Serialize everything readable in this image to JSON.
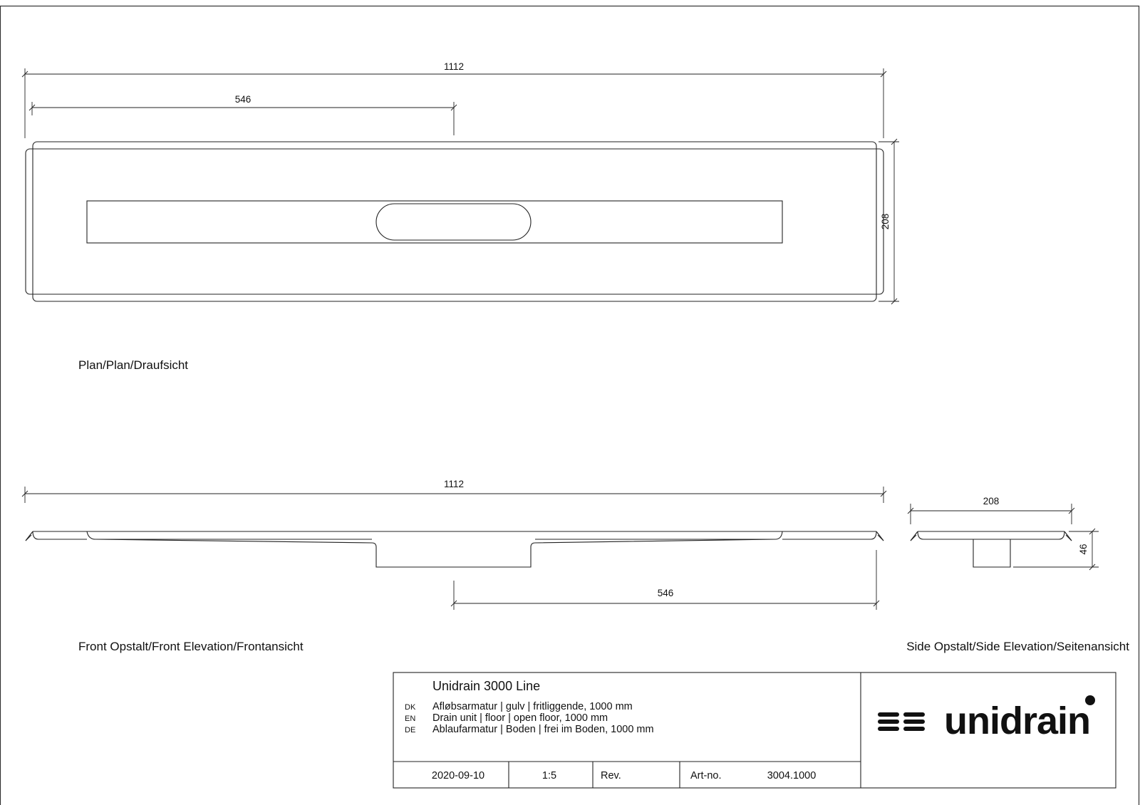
{
  "views": {
    "plan": {
      "label": "Plan/Plan/Draufsicht",
      "dim_length": "1112",
      "dim_outlet": "546",
      "dim_width": "208"
    },
    "front": {
      "label": "Front Opstalt/Front Elevation/Frontansicht",
      "dim_length": "1112",
      "dim_outlet": "546"
    },
    "side": {
      "label": "Side Opstalt/Side Elevation/Seitenansicht",
      "dim_width": "208",
      "dim_height": "46"
    }
  },
  "title_block": {
    "product": "Unidrain 3000 Line",
    "descriptions": [
      {
        "lang": "DK",
        "text": "Afløbsarmatur | gulv | fritliggende, 1000 mm"
      },
      {
        "lang": "EN",
        "text": "Drain unit | floor | open floor, 1000 mm"
      },
      {
        "lang": "DE",
        "text": "Ablaufarmatur | Boden | frei im Boden, 1000 mm"
      }
    ],
    "date": "2020-09-10",
    "scale": "1:5",
    "rev_label": "Rev.",
    "rev_value": "",
    "artno_label": "Art-no.",
    "artno_value": "3004.1000",
    "logo_text": "unidrain"
  }
}
